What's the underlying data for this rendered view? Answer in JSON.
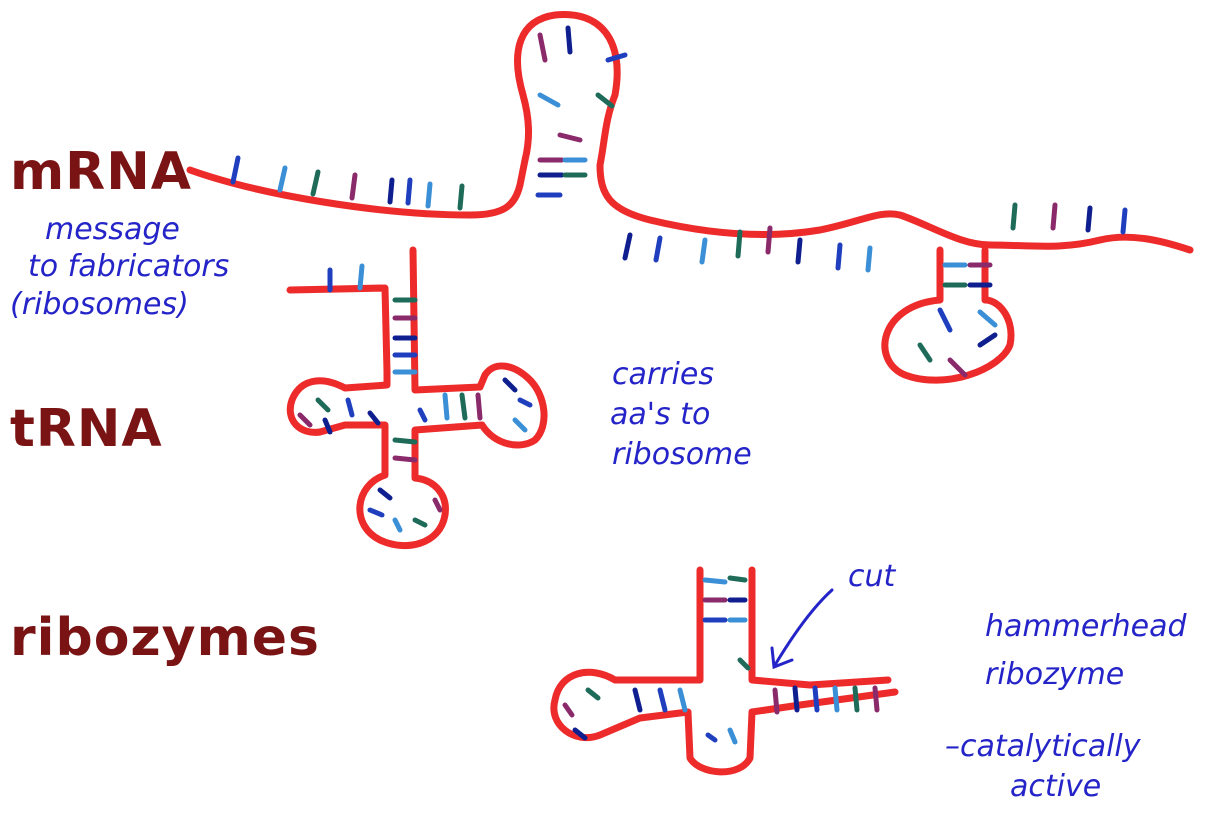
{
  "labels": {
    "mrna": "mRNA",
    "mrna_note": [
      "message",
      "to fabricators",
      "(ribosomes)"
    ],
    "trna": "tRNA",
    "trna_note": [
      "carries",
      "aa's to",
      "ribosome"
    ],
    "ribozymes": "ribozymes",
    "cut": "cut",
    "hammerhead_note": [
      "hammerhead",
      "ribozyme",
      "–catalytically",
      "active"
    ]
  },
  "colors": {
    "strand": "#ee2b2b",
    "heading_text": "#7a1414",
    "note_text": "#2424c8",
    "base_palette": [
      "#1f3fbf",
      "#3a8fd6",
      "#1f6b5a",
      "#8a2a6a",
      "#0f1f8f"
    ]
  }
}
